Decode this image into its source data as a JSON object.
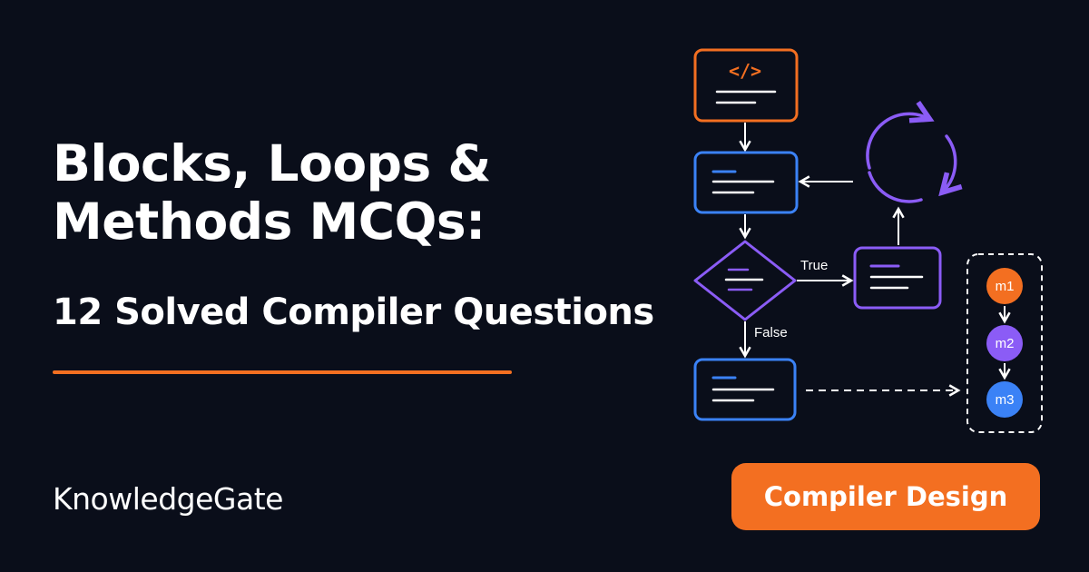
{
  "title_lines": [
    "Blocks, Loops &",
    "Methods MCQs:"
  ],
  "subtitle": "12 Solved Compiler Questions",
  "brand": "KnowledgeGate",
  "tag": "Compiler Design",
  "diagram": {
    "code_symbol": "</>",
    "true_label": "True",
    "false_label": "False",
    "methods": [
      "m1",
      "m2",
      "m3"
    ]
  },
  "colors": {
    "background": "#0a0e1a",
    "accent_orange": "#f36f21",
    "blue": "#3b82f6",
    "purple": "#8b5cf6",
    "line_white": "#ffffff"
  }
}
